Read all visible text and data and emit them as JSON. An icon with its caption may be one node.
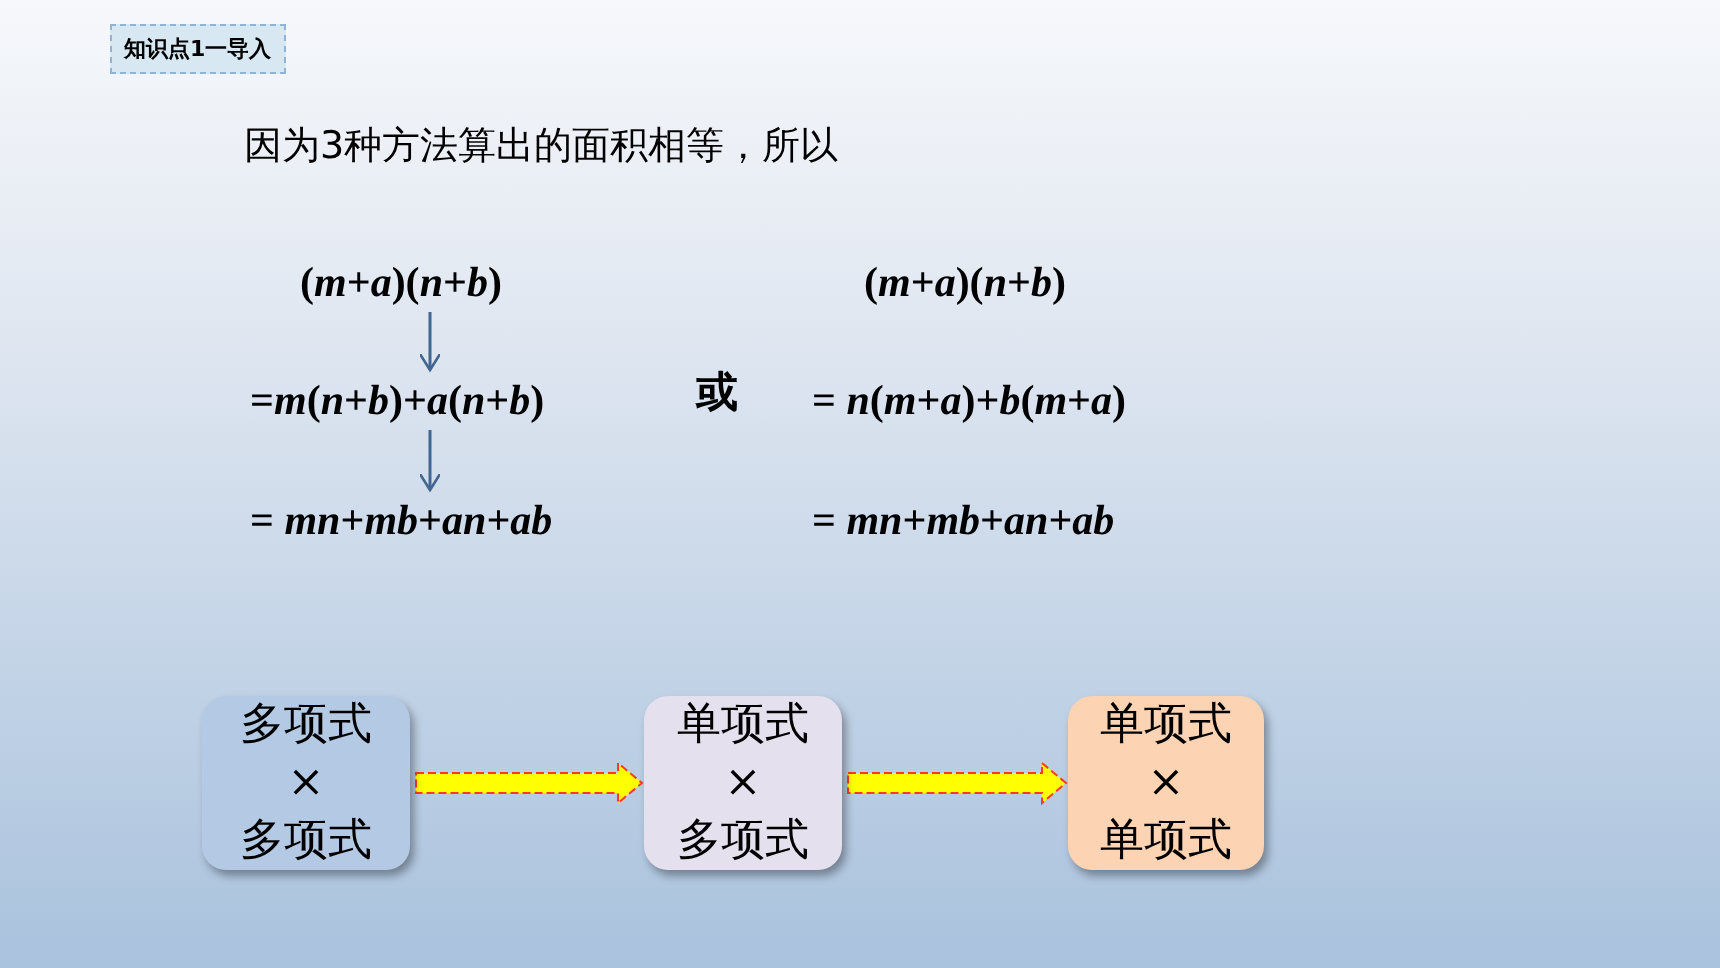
{
  "diagram": {
    "nodes": [
      {
        "text": [
          "(*m*+*a*)(*n*+*b*)"
        ]
      },
      {
        "text": [
          "=*m*(*n*+*b*)+*a*(*n*+*b*)"
        ]
      },
      {
        "text": [
          "= *mn*+*mb*+*an*+*ab*"
        ]
      },
      {
        "text": [
          "多项式",
          "×",
          "多项式"
        ]
      },
      {
        "text": [
          "单项式",
          "×",
          "多项式"
        ]
      },
      {
        "text": [
          "单项式",
          "×",
          "单项式"
        ]
      }
    ],
    "edges": [
      {
        "from": 0,
        "to": 1,
        "arrow": "to"
      },
      {
        "from": 1,
        "to": 2,
        "arrow": "to"
      },
      {
        "from": 3,
        "to": 4,
        "arrow": "to",
        "style": "thick",
        "color": "#ffff00"
      },
      {
        "from": 4,
        "to": 5,
        "arrow": "to",
        "style": "thick",
        "color": "#ffff00"
      }
    ],
    "labels": [
      "知识点1一导入",
      "因为3种方法算出的面积相等，所以",
      "(*m*+*a*)(*n*+*b*)",
      "或",
      "= *n*(*m*+*a*)+*b*(*m*+*a*)",
      "= *mn*+*mb*+*an*+*ab*"
    ]
  }
}
